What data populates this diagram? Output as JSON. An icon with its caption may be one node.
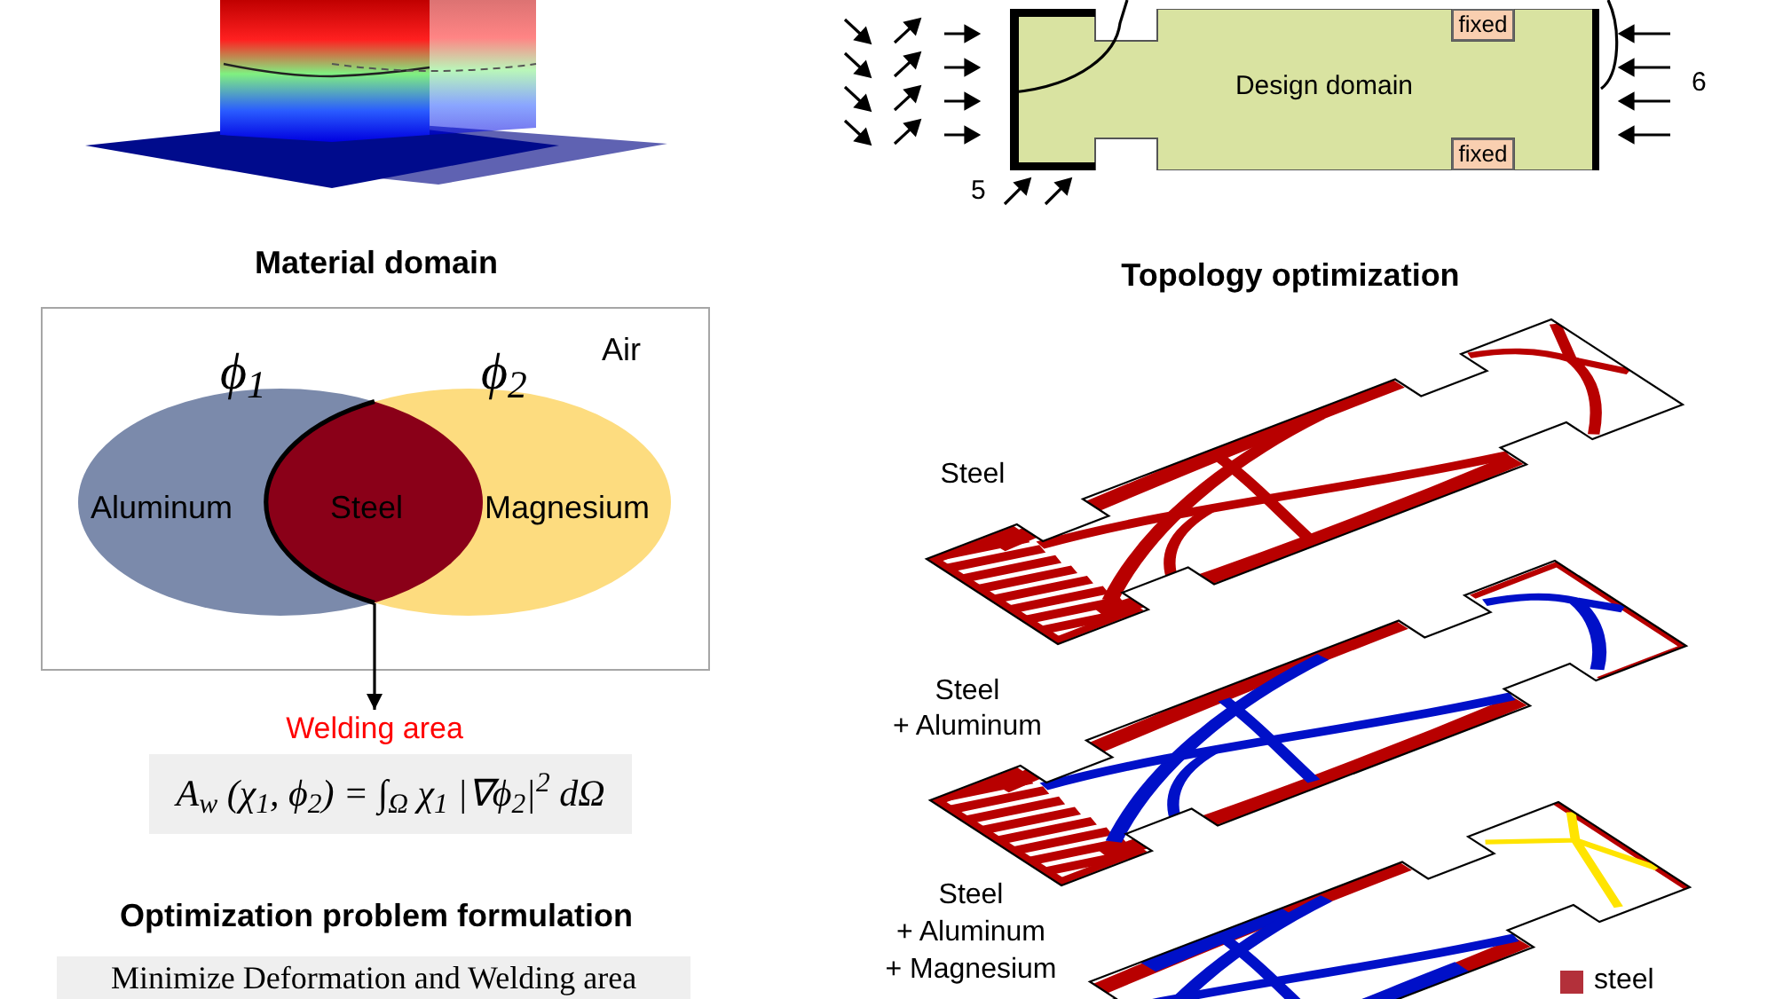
{
  "diagram": {
    "nodes": [
      {
        "text": [
          "ϕ$_{1}$",
          "ϕ$_{2}$",
          "Air",
          "Aluminum",
          "Steel",
          "Magnesium"
        ]
      },
      {
        "text": [
          "Welding area"
        ]
      },
      {
        "text": [
          "A$_{w}$ (χ$_{1}$, ϕ$_{2}$) = ∫$_{Ω}$ χ$_{1}$ |∇ϕ$_{2}$|$^{2}$ dΩ"
        ]
      },
      {
        "text": [
          "Minimize Deformation and Welding area"
        ]
      },
      {
        "text": [
          "Design domain"
        ]
      },
      {
        "text": [
          "fixed"
        ],
        "in": 4
      },
      {
        "text": [
          "fixed"
        ],
        "in": 4
      }
    ],
    "edges": [
      {
        "from": 0,
        "to": 1,
        "arrow": "to"
      },
      {
        "from": 4,
        "to": null,
        "arrow": "none"
      },
      {
        "from": 4,
        "to": null,
        "arrow": "none"
      }
    ],
    "labels": [
      "Material domain",
      "Optimization problem formulation",
      "5",
      "6",
      "Topology optimization",
      "Steel",
      "Steel + Aluminum",
      "Steel + Aluminum + Magnesium"
    ],
    "legend": [
      {
        "text": "steel",
        "color": "#b3303a"
      }
    ]
  }
}
